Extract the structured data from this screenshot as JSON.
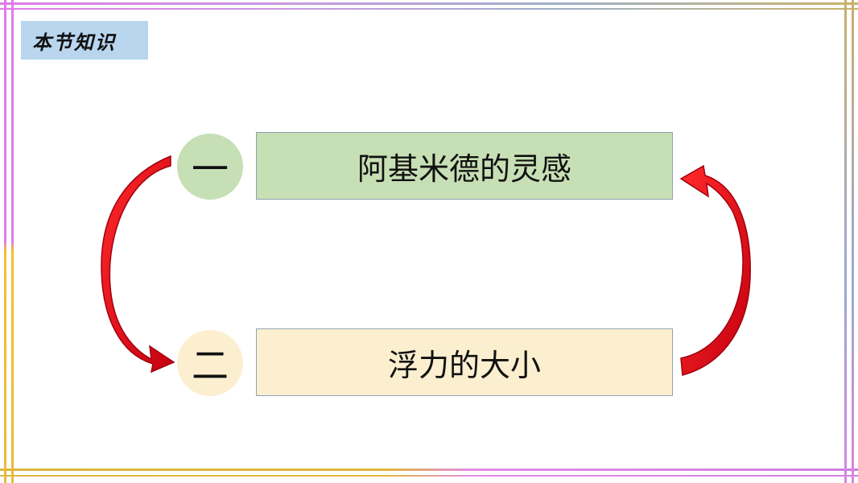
{
  "header": {
    "tag_label": "本节知识"
  },
  "items": [
    {
      "number": "一",
      "title": "阿基米德的灵感",
      "color": "#c7dfb4"
    },
    {
      "number": "二",
      "title": "浮力的大小",
      "color": "#fcefd0"
    }
  ],
  "colors": {
    "arrow": "#e8001a",
    "arrow_dark": "#a00010",
    "tag_bg": "#b9d6ee"
  }
}
